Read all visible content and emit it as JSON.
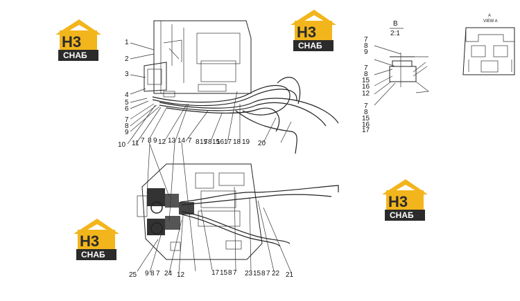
{
  "logos": [
    {
      "mark": "H3",
      "sub": "СНАБ"
    },
    {
      "mark": "H3",
      "sub": "СНАБ"
    },
    {
      "mark": "H3",
      "sub": "СНАБ"
    },
    {
      "mark": "H3",
      "sub": "СНАБ"
    }
  ],
  "colors": {
    "logo_yellow": "#f2b51c",
    "logo_dark": "#2b2b2b",
    "line": "#222222"
  },
  "top_view_callouts": {
    "left": [
      "1",
      "2",
      "3",
      "4",
      "5",
      "6",
      "7",
      "8",
      "9"
    ],
    "bottom": [
      "10",
      "11",
      "7",
      "8",
      "9",
      "12",
      "13",
      "14",
      "7",
      "8",
      "15",
      "7",
      "8",
      "15",
      "16",
      "17",
      "18",
      "19",
      "20"
    ]
  },
  "detail_b": {
    "title": "B",
    "scale": "2:1",
    "callouts": [
      "7",
      "8",
      "9",
      "7",
      "8",
      "15",
      "16",
      "12",
      "7",
      "8",
      "15",
      "16",
      "17"
    ]
  },
  "view_a": {
    "letter": "A",
    "caption": "VIEW A"
  },
  "bottom_view_callouts": [
    "25",
    "9",
    "8",
    "7",
    "24",
    "12",
    "17",
    "15",
    "8",
    "7",
    "23",
    "15",
    "8",
    "7",
    "22",
    "21"
  ]
}
